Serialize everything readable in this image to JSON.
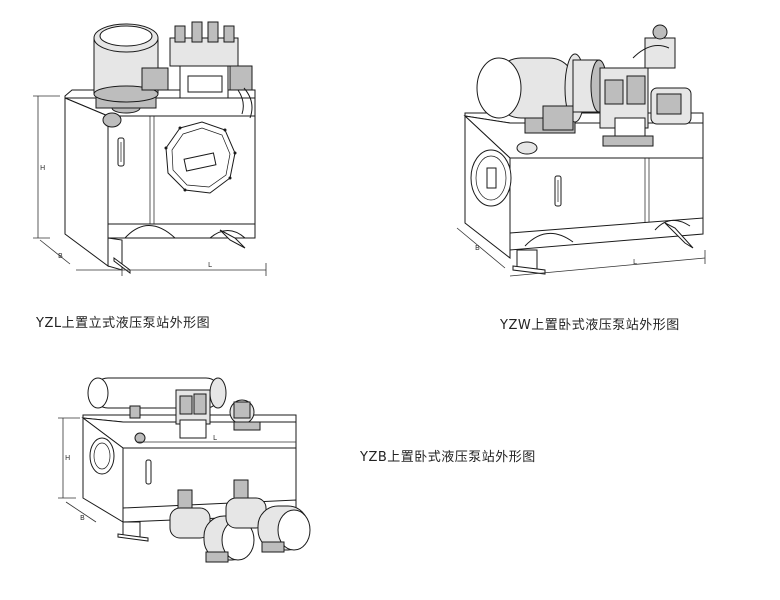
{
  "figures": [
    {
      "id": "yzl",
      "caption": "YZL上置立式液压泵站外形图",
      "dimension_labels": {
        "height": "H",
        "depth": "B",
        "length": "L"
      }
    },
    {
      "id": "yzw",
      "caption": "YZW上置卧式液压泵站外形图",
      "dimension_labels": {
        "depth": "B",
        "length": "L"
      }
    },
    {
      "id": "yzb",
      "caption": "YZB上置卧式液压泵站外形图",
      "dimension_labels": {
        "height": "H",
        "depth": "B",
        "length": "L"
      }
    }
  ]
}
